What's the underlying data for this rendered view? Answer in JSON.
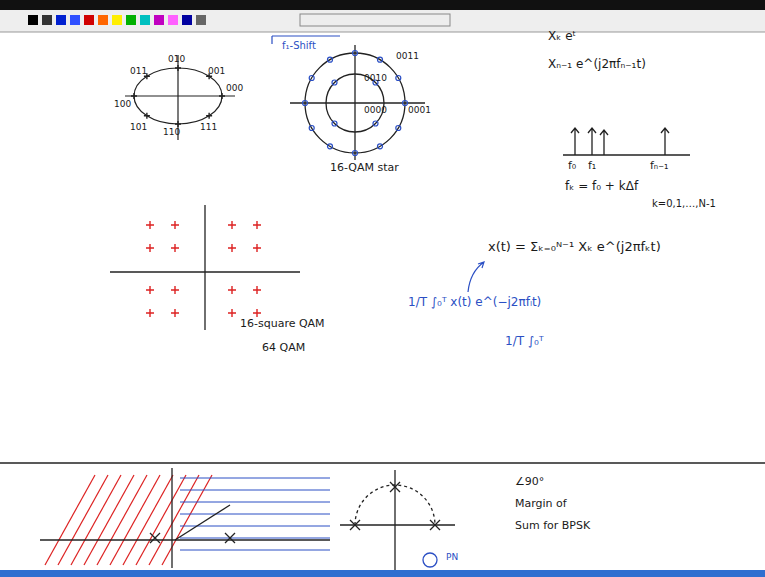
{
  "diagram": {
    "labels": [
      "f₁-Shift",
      "Xₖ eᵗ",
      "Xₙ₋₁ e^(j2πfₙ₋₁t)",
      "010",
      "011",
      "001",
      "000",
      "100",
      "101",
      "110",
      "111",
      "0011",
      "0010",
      "0000",
      "0001",
      "16-QAM star",
      "16-square QAM",
      "64 QAM",
      "f₀",
      "f₁",
      "fₙ₋₁",
      "fₖ = f₀ + kΔf",
      "k=0,1,…,N-1",
      "x(t) = Σₖ₌₀ᴺ⁻¹ Xₖ e^(j2πfₖt)",
      "1/T ∫₀ᵀ x(t) e^(−j2πfₗt)",
      "1/T ∫₀ᵀ",
      "∠90°",
      "Margin of",
      "Sum for BPSK",
      "PN"
    ]
  }
}
